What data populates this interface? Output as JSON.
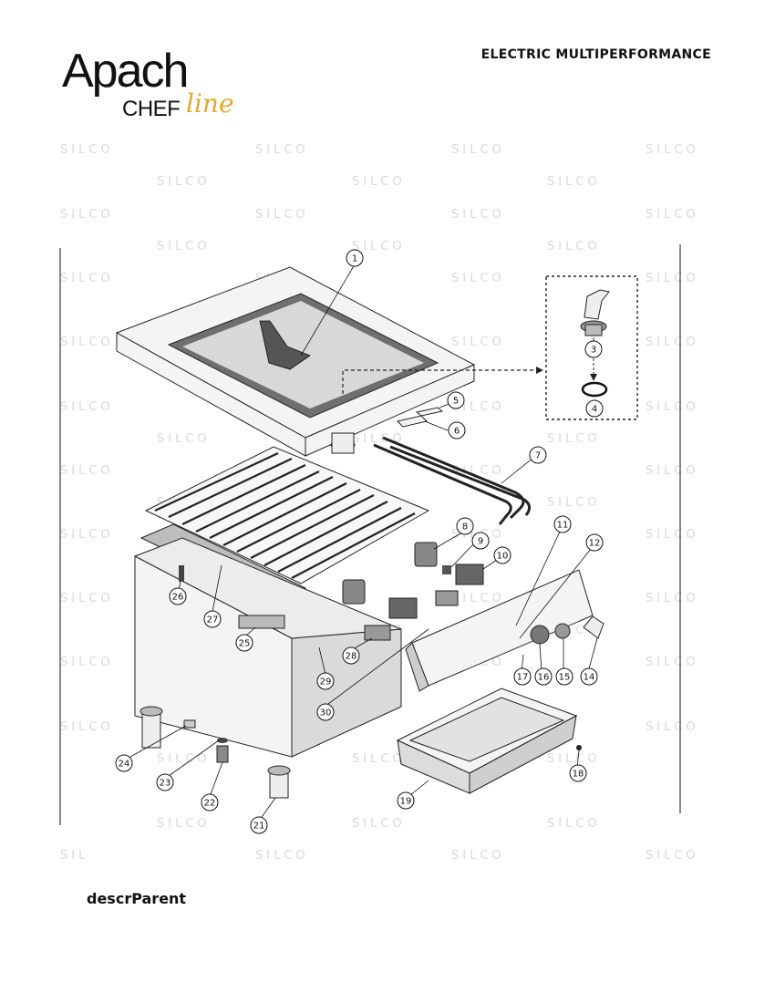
{
  "header": {
    "title": "ELECTRIC MULTIPERFORMANCE",
    "logo": {
      "brand": "Apach",
      "sub": "CHEF",
      "sub_script": "line",
      "accent_color": "#e8a825"
    }
  },
  "watermark": {
    "text": "SILCO",
    "partial_text": "SIL"
  },
  "diagram": {
    "callouts": [
      "1",
      "3",
      "4",
      "5",
      "6",
      "7",
      "8",
      "9",
      "10",
      "11",
      "12",
      "14",
      "15",
      "16",
      "17",
      "18",
      "19",
      "21",
      "22",
      "23",
      "24",
      "25",
      "26",
      "27",
      "28",
      "29",
      "30"
    ]
  },
  "footer": {
    "label": "descrParent"
  }
}
